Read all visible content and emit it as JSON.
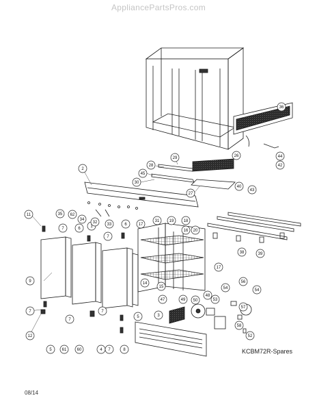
{
  "watermark": "AppliancePartsPros.com",
  "model_label": "KCBM72R-Spares",
  "date_label": "08/14",
  "callouts": [
    {
      "id": "c1",
      "label": "1"
    },
    {
      "id": "c2",
      "label": "2"
    },
    {
      "id": "c3",
      "label": "3"
    },
    {
      "id": "c4",
      "label": "4"
    },
    {
      "id": "c5a",
      "label": "5"
    },
    {
      "id": "c5b",
      "label": "5"
    },
    {
      "id": "c6a",
      "label": "6"
    },
    {
      "id": "c6b",
      "label": "6"
    },
    {
      "id": "c7a",
      "label": "7"
    },
    {
      "id": "c7b",
      "label": "7"
    },
    {
      "id": "c7c",
      "label": "7"
    },
    {
      "id": "c7d",
      "label": "7"
    },
    {
      "id": "c7e",
      "label": "7"
    },
    {
      "id": "c7f",
      "label": "7"
    },
    {
      "id": "c8",
      "label": "8"
    },
    {
      "id": "c9",
      "label": "9"
    },
    {
      "id": "c11",
      "label": "11"
    },
    {
      "id": "c12",
      "label": "12"
    },
    {
      "id": "c14",
      "label": "14"
    },
    {
      "id": "c15",
      "label": "15"
    },
    {
      "id": "c16",
      "label": "16"
    },
    {
      "id": "c17a",
      "label": "17"
    },
    {
      "id": "c17b",
      "label": "17"
    },
    {
      "id": "c18",
      "label": "18"
    },
    {
      "id": "c19",
      "label": "19"
    },
    {
      "id": "c20",
      "label": "20"
    },
    {
      "id": "c26",
      "label": "26"
    },
    {
      "id": "c27",
      "label": "27"
    },
    {
      "id": "c28",
      "label": "28"
    },
    {
      "id": "c29",
      "label": "29"
    },
    {
      "id": "c30",
      "label": "30"
    },
    {
      "id": "c31",
      "label": "31"
    },
    {
      "id": "c32",
      "label": "32"
    },
    {
      "id": "c33",
      "label": "33"
    },
    {
      "id": "c34",
      "label": "34"
    },
    {
      "id": "c35",
      "label": "35"
    },
    {
      "id": "c36",
      "label": "36"
    },
    {
      "id": "c38",
      "label": "38"
    },
    {
      "id": "c39",
      "label": "39"
    },
    {
      "id": "c40",
      "label": "40"
    },
    {
      "id": "c42",
      "label": "42"
    },
    {
      "id": "c43",
      "label": "43"
    },
    {
      "id": "c44",
      "label": "44"
    },
    {
      "id": "c45",
      "label": "45"
    },
    {
      "id": "c47",
      "label": "47"
    },
    {
      "id": "c48",
      "label": "48"
    },
    {
      "id": "c49",
      "label": "49"
    },
    {
      "id": "c50",
      "label": "50"
    },
    {
      "id": "c52",
      "label": "52"
    },
    {
      "id": "c53",
      "label": "53"
    },
    {
      "id": "c54a",
      "label": "54"
    },
    {
      "id": "c54b",
      "label": "54"
    },
    {
      "id": "c56",
      "label": "56"
    },
    {
      "id": "c57",
      "label": "57"
    },
    {
      "id": "c58",
      "label": "58"
    },
    {
      "id": "c60",
      "label": "60"
    },
    {
      "id": "c61",
      "label": "61"
    },
    {
      "id": "c62",
      "label": "62"
    }
  ]
}
